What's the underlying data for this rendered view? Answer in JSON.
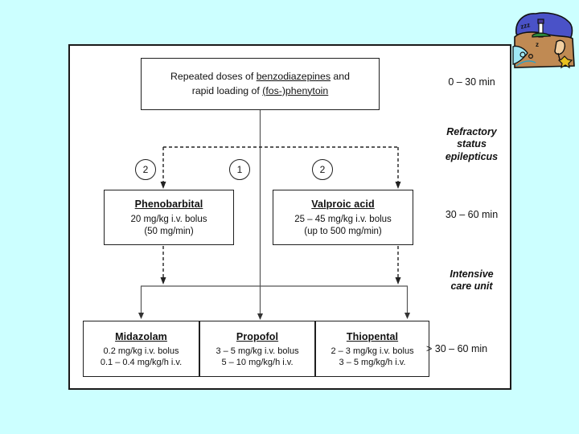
{
  "slide": {
    "background_color": "#ccffff",
    "frame_color": "#1a1a1a"
  },
  "diagram": {
    "type": "treatment-algorithm-flowchart",
    "initial_box": {
      "line1_pre": "Repeated doses of ",
      "line1_underlined": "benzodiazepines",
      "line1_post": " and",
      "line2_pre": "rapid loading of ",
      "line2_underlined": "(fos-)phenytoin",
      "line2_post": ""
    },
    "second_tier": [
      {
        "title": "Phenobarbital",
        "line1": "20 mg/kg i.v. bolus",
        "line2": "(50 mg/min)",
        "step": "2"
      },
      {
        "title": "Valproic acid",
        "line1": "25 – 45 mg/kg i.v. bolus",
        "line2": "(up to 500 mg/min)",
        "step": "2"
      }
    ],
    "center_step": "1",
    "third_tier": [
      {
        "title": "Midazolam",
        "line1": "0.2 mg/kg i.v. bolus",
        "line2": "0.1 – 0.4 mg/kg/h i.v."
      },
      {
        "title": "Propofol",
        "line1": "3 – 5 mg/kg i.v. bolus",
        "line2": "5 – 10 mg/kg/h i.v."
      },
      {
        "title": "Thiopental",
        "line1": "2 – 3 mg/kg i.v. bolus",
        "line2": "3 – 5 mg/kg/h i.v."
      }
    ],
    "phases": {
      "time_initial": "0 – 30 min",
      "refractory": "Refractory\nstatus\nepilepticus",
      "time_second": "30 – 60 min",
      "intensive_care": "Intensive\ncare unit",
      "time_third": "> 30 – 60 min"
    }
  },
  "clipart": {
    "name": "beach-lighthouse-scene",
    "sky_color": "#4a52c8",
    "sand_color": "#c08a53",
    "water_color": "#9fe8f5",
    "star_color": "#e8c020"
  }
}
